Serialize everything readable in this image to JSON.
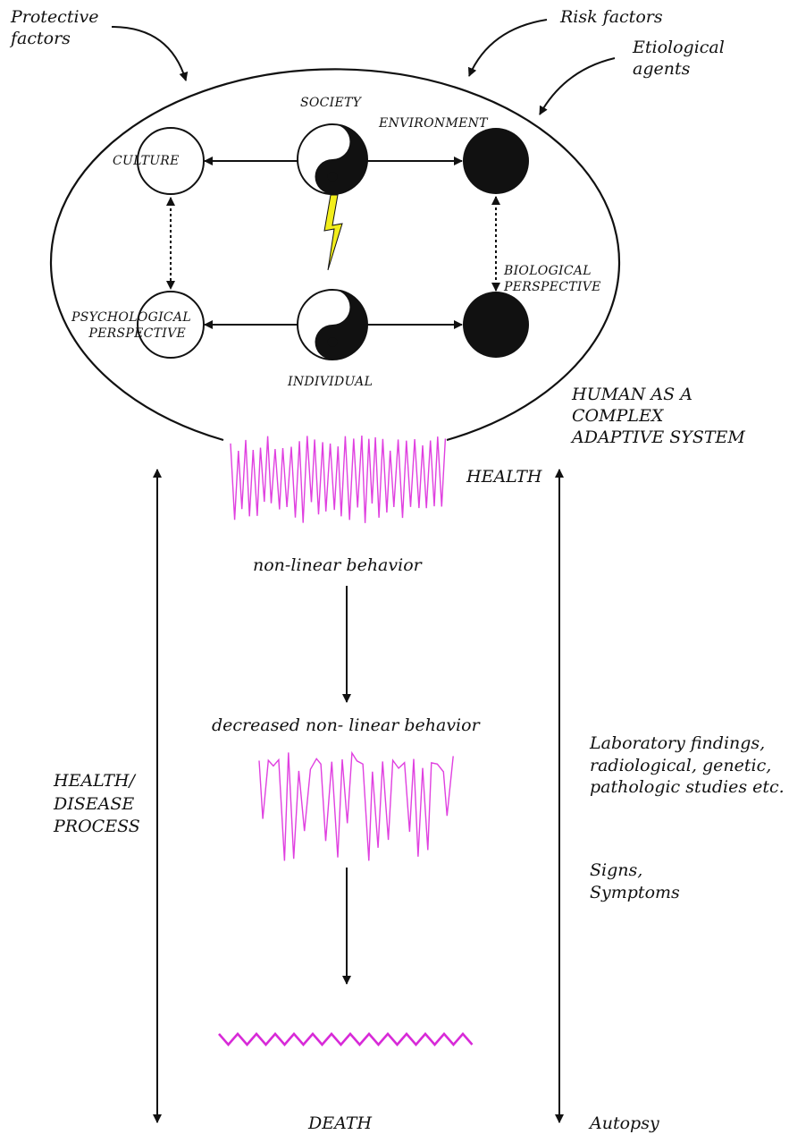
{
  "labels": {
    "protective_factors": "Protective\nfactors",
    "risk_factors": "Risk factors",
    "etiological_agents": "Etiological\nagents",
    "society": "SOCIETY",
    "environment": "ENVIRONMENT",
    "culture": "CULTURE",
    "biological_perspective": "BIOLOGICAL\nPERSPECTIVE",
    "psychological_perspective": "PSYCHOLOGICAL\nPERSPECTIVE",
    "individual": "INDIVIDUAL",
    "human_system": "HUMAN AS A COMPLEX\nADAPTIVE SYSTEM",
    "health": "HEALTH",
    "non_linear": "non-linear behavior",
    "decreased_non_linear": "decreased non- linear behavior",
    "health_disease_process": "HEALTH/\nDISEASE\nPROCESS",
    "lab_findings": "Laboratory findings,\nradiological, genetic,\npathologic studies etc.",
    "signs_symptoms": "Signs,\nSymptoms",
    "death": "DEATH",
    "autopsy": "Autopsy"
  },
  "colors": {
    "ink": "#111111",
    "wave": "#e040e0",
    "flat_wave": "#d82ad8",
    "lightning": "#f2ee1c"
  },
  "icons": {
    "society_node": "yin-yang-icon",
    "individual_node": "yin-yang-icon",
    "environment_node": "black-circle",
    "biological_node": "black-circle",
    "culture_node": "white-circle",
    "psychological_node": "white-circle",
    "conflict": "lightning-bolt-icon"
  }
}
